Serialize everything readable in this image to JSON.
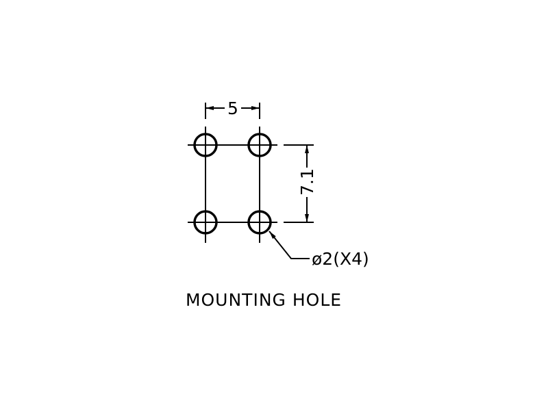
{
  "drawing": {
    "title": "MOUNTING HOLE",
    "horizontal_dimension": "5",
    "vertical_dimension": "7.1",
    "hole_callout": "ø2(X4)",
    "hole_count": 4,
    "line_color": "#000000",
    "background_color": "#ffffff"
  }
}
